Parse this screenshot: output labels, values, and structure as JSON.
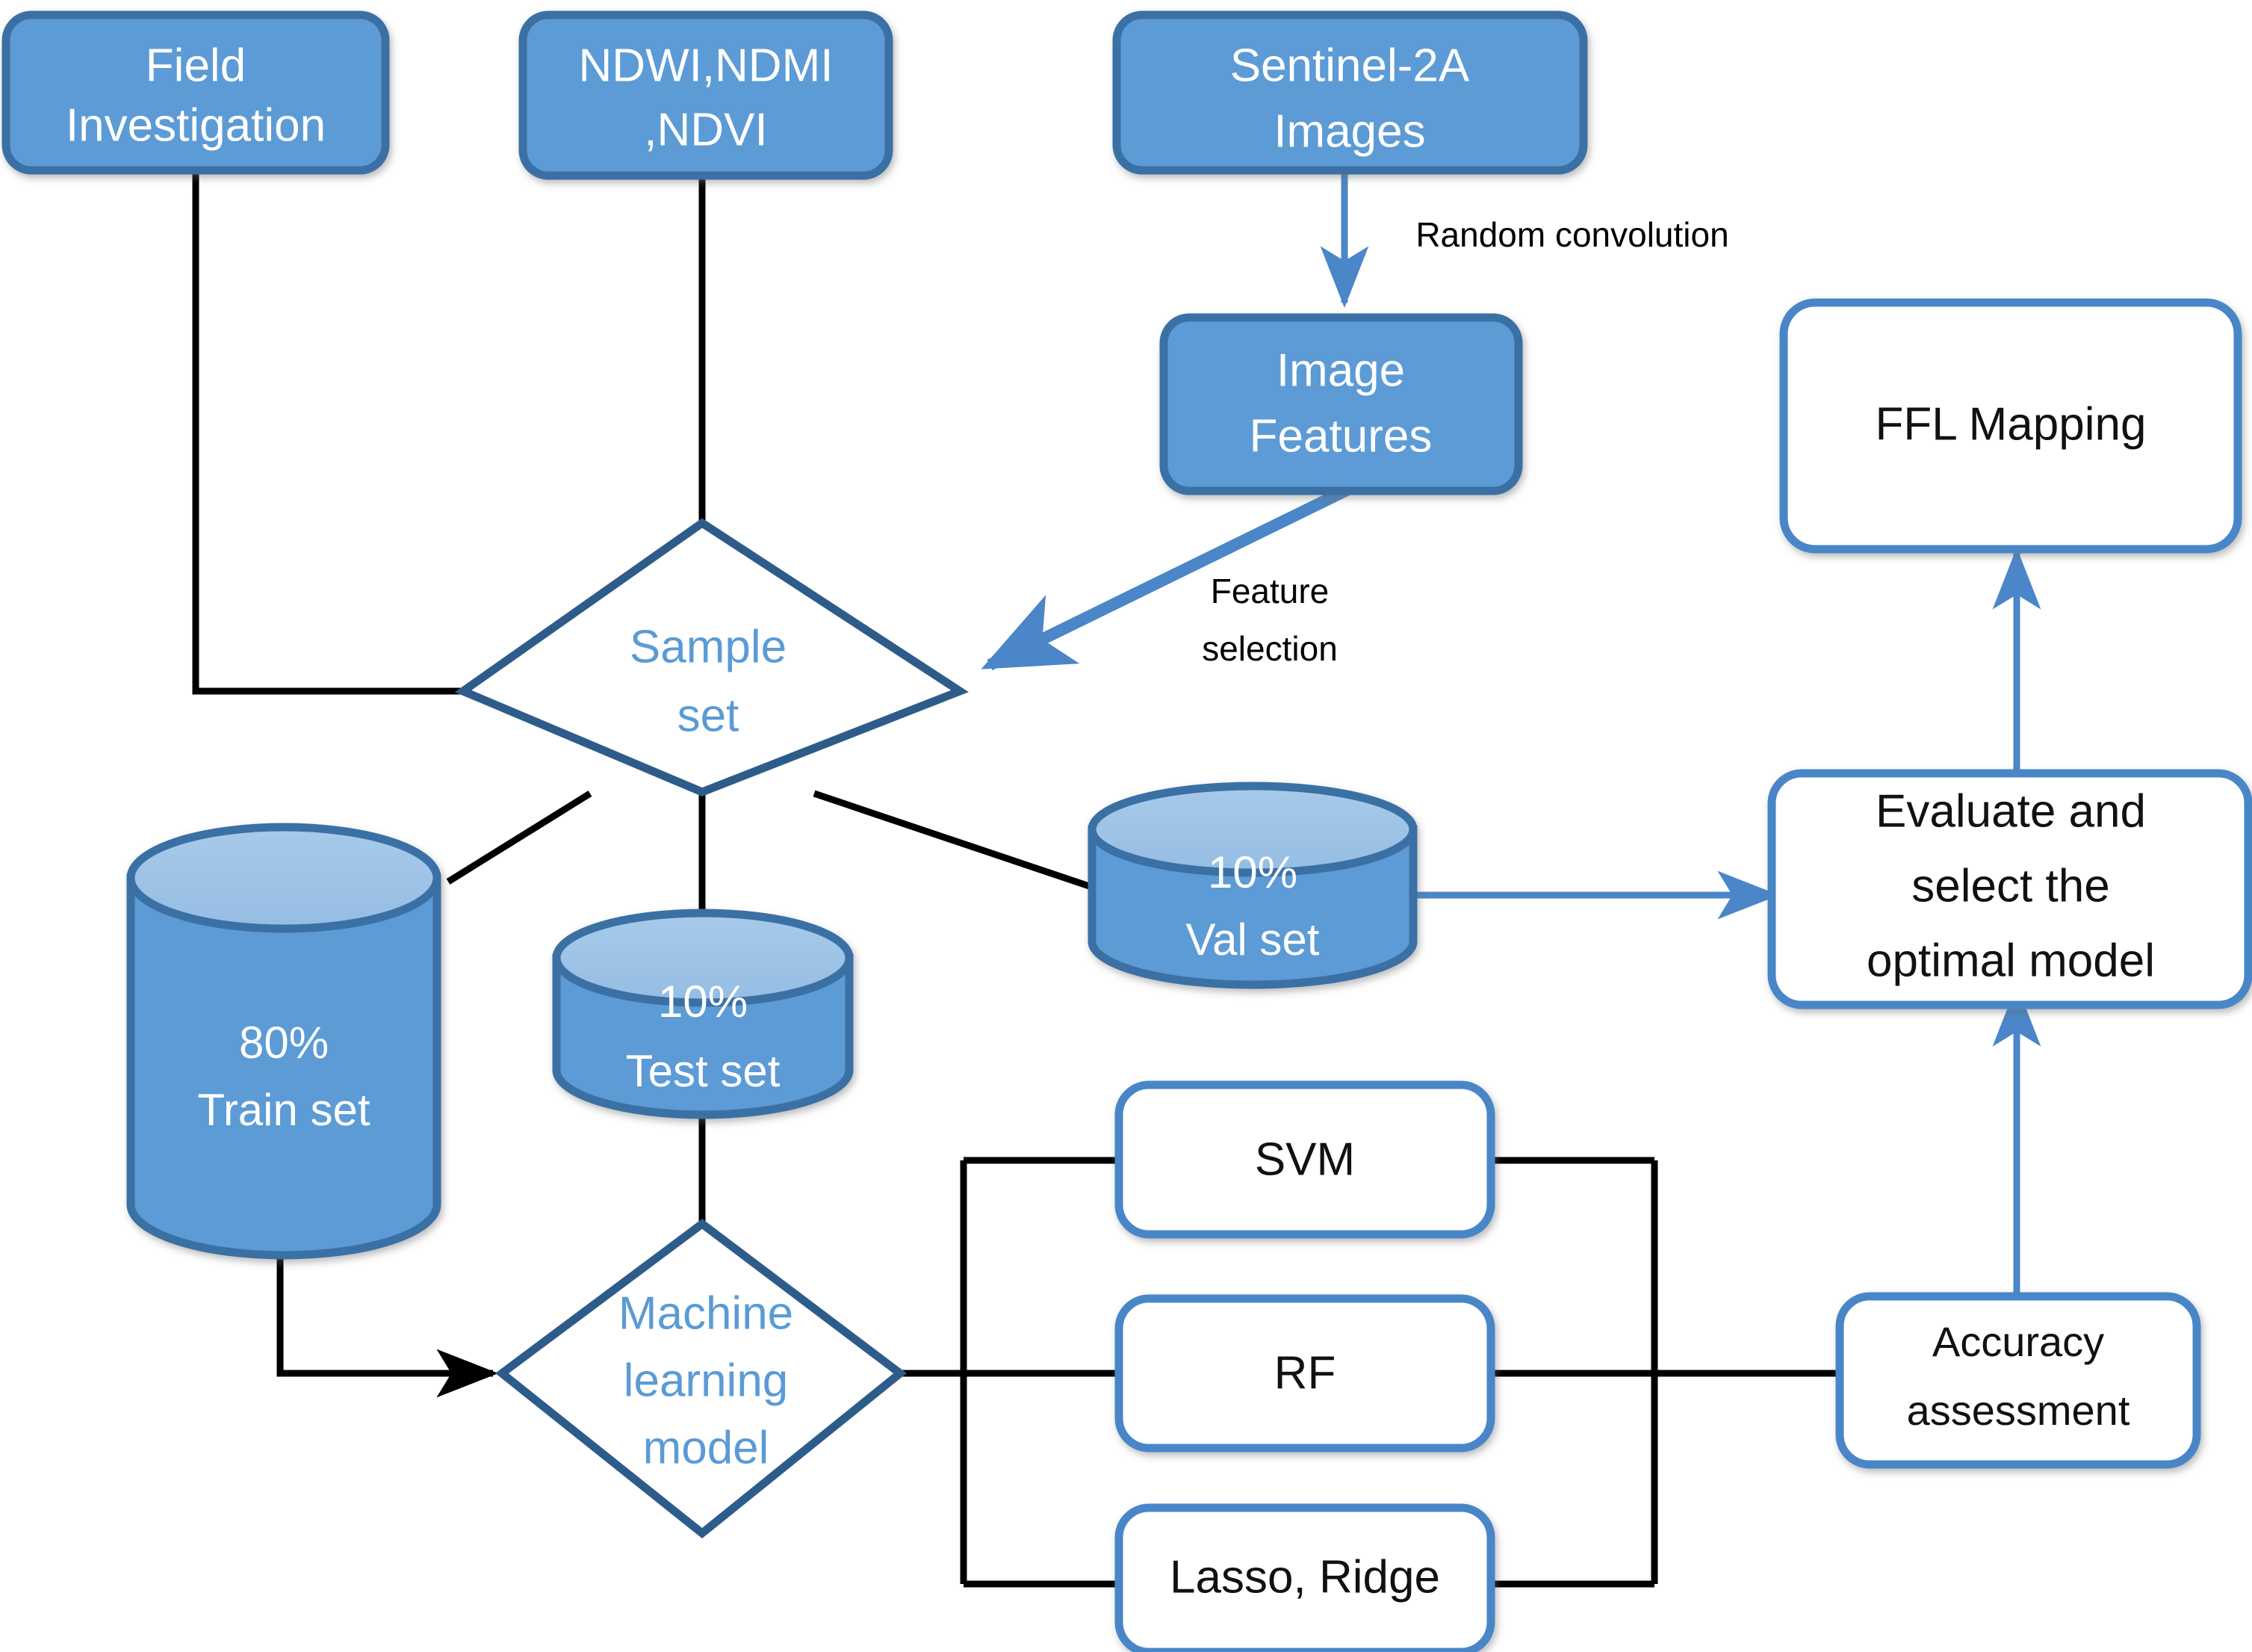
{
  "diagram": {
    "title": "Machine learning workflow for FFL mapping",
    "colors": {
      "filled_node_fill": "#5B9BD5",
      "filled_node_stroke": "#3A6FA5",
      "outline_node_stroke": "#4A86C8",
      "diamond_stroke": "#2E5C8A",
      "diamond_text": "#5B9BD5",
      "cylinder_body": "#5B9BD5",
      "cylinder_top": "#9DC3E6",
      "cylinder_stroke": "#3A6FA5",
      "black_edge": "#000000",
      "blue_edge": "#4A86C8",
      "background": "#ffffff"
    },
    "nodes": {
      "field_investigation": {
        "label_line1": "Field",
        "label_line2": "Investigation",
        "shape": "rounded-rect-filled"
      },
      "indices": {
        "label_line1": "NDWI,NDMI",
        "label_line2": ",NDVI",
        "shape": "rounded-rect-filled"
      },
      "sentinel": {
        "label_line1": "Sentinel-2A",
        "label_line2": "Images",
        "shape": "rounded-rect-filled"
      },
      "image_features": {
        "label_line1": "Image",
        "label_line2": "Features",
        "shape": "rounded-rect-filled"
      },
      "sample_set": {
        "label_line1": "Sample",
        "label_line2": "set",
        "shape": "diamond"
      },
      "train_set": {
        "label_line1": "80%",
        "label_line2": "Train set",
        "shape": "cylinder"
      },
      "test_set": {
        "label_line1": "10%",
        "label_line2": "Test set",
        "shape": "cylinder"
      },
      "val_set": {
        "label_line1": "10%",
        "label_line2": "Val set",
        "shape": "cylinder"
      },
      "ml_model": {
        "label_line1": "Machine",
        "label_line2": "learning",
        "label_line3": "model",
        "shape": "diamond"
      },
      "svm": {
        "label": "SVM",
        "shape": "rounded-rect-outline"
      },
      "rf": {
        "label": "RF",
        "shape": "rounded-rect-outline"
      },
      "lasso_ridge": {
        "label": "Lasso, Ridge",
        "shape": "rounded-rect-outline"
      },
      "accuracy_assessment": {
        "label_line1": "Accuracy",
        "label_line2": "assessment",
        "shape": "rounded-rect-outline"
      },
      "evaluate_select": {
        "label_line1": "Evaluate and",
        "label_line2": "select the",
        "label_line3": "optimal model",
        "shape": "rounded-rect-outline"
      },
      "ffl_mapping": {
        "label": "FFL Mapping",
        "shape": "rounded-rect-outline"
      }
    },
    "edge_labels": {
      "random_convolution": "Random convolution",
      "feature_selection_line1": "Feature",
      "feature_selection_line2": "selection"
    }
  }
}
